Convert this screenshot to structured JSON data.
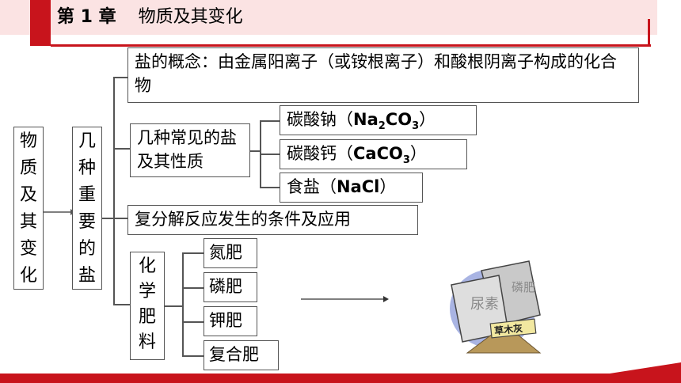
{
  "header": {
    "chapter_label": "第 1 章",
    "chapter_title": "物质及其变化"
  },
  "diagram": {
    "root": [
      "物",
      "质",
      "及",
      "其",
      "变",
      "化"
    ],
    "main": [
      "几",
      "种",
      "重",
      "要",
      "的",
      "盐"
    ],
    "concept": "盐的概念：由金属阳离子（或铵根离子）和酸根阴离子构成的化合物",
    "common_salts_title": "几种常见的盐及其性质",
    "salts": [
      {
        "name": "碳酸钠（",
        "formula_parts": [
          "Na",
          "2",
          "CO",
          "3"
        ],
        "close": "）"
      },
      {
        "name": "碳酸钙（",
        "formula_parts": [
          "CaCO",
          "3"
        ],
        "close": "）"
      },
      {
        "name": "食盐（",
        "formula_parts": [
          "NaCl"
        ],
        "close": "）"
      }
    ],
    "double_decomp": "复分解反应发生的条件及应用",
    "fertilizer_title": [
      "化",
      "学",
      "肥",
      "料"
    ],
    "fertilizers": [
      "氮肥",
      "磷肥",
      "钾肥",
      "复合肥"
    ]
  },
  "illustration": {
    "bag_texts": [
      "尿素",
      "磷肥",
      "草木灰"
    ]
  },
  "colors": {
    "accent": "#c8141c",
    "header_bg": "#fbe3e3",
    "line": "#555555"
  }
}
